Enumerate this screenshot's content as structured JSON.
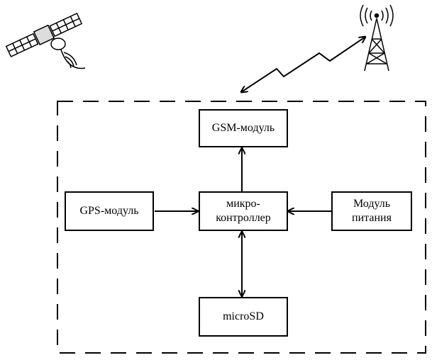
{
  "blocks": {
    "gsm": {
      "label": "GSM-модуль"
    },
    "mcu": {
      "line1": "микро-",
      "line2": "контроллер"
    },
    "gps": {
      "label": "GPS-модуль"
    },
    "power": {
      "line1": "Модуль",
      "line2": "питания"
    },
    "sd": {
      "label": "microSD"
    }
  },
  "icons": [
    "satellite-icon",
    "cell-tower-icon"
  ],
  "colors": {
    "stroke": "#000000",
    "background": "#ffffff"
  }
}
